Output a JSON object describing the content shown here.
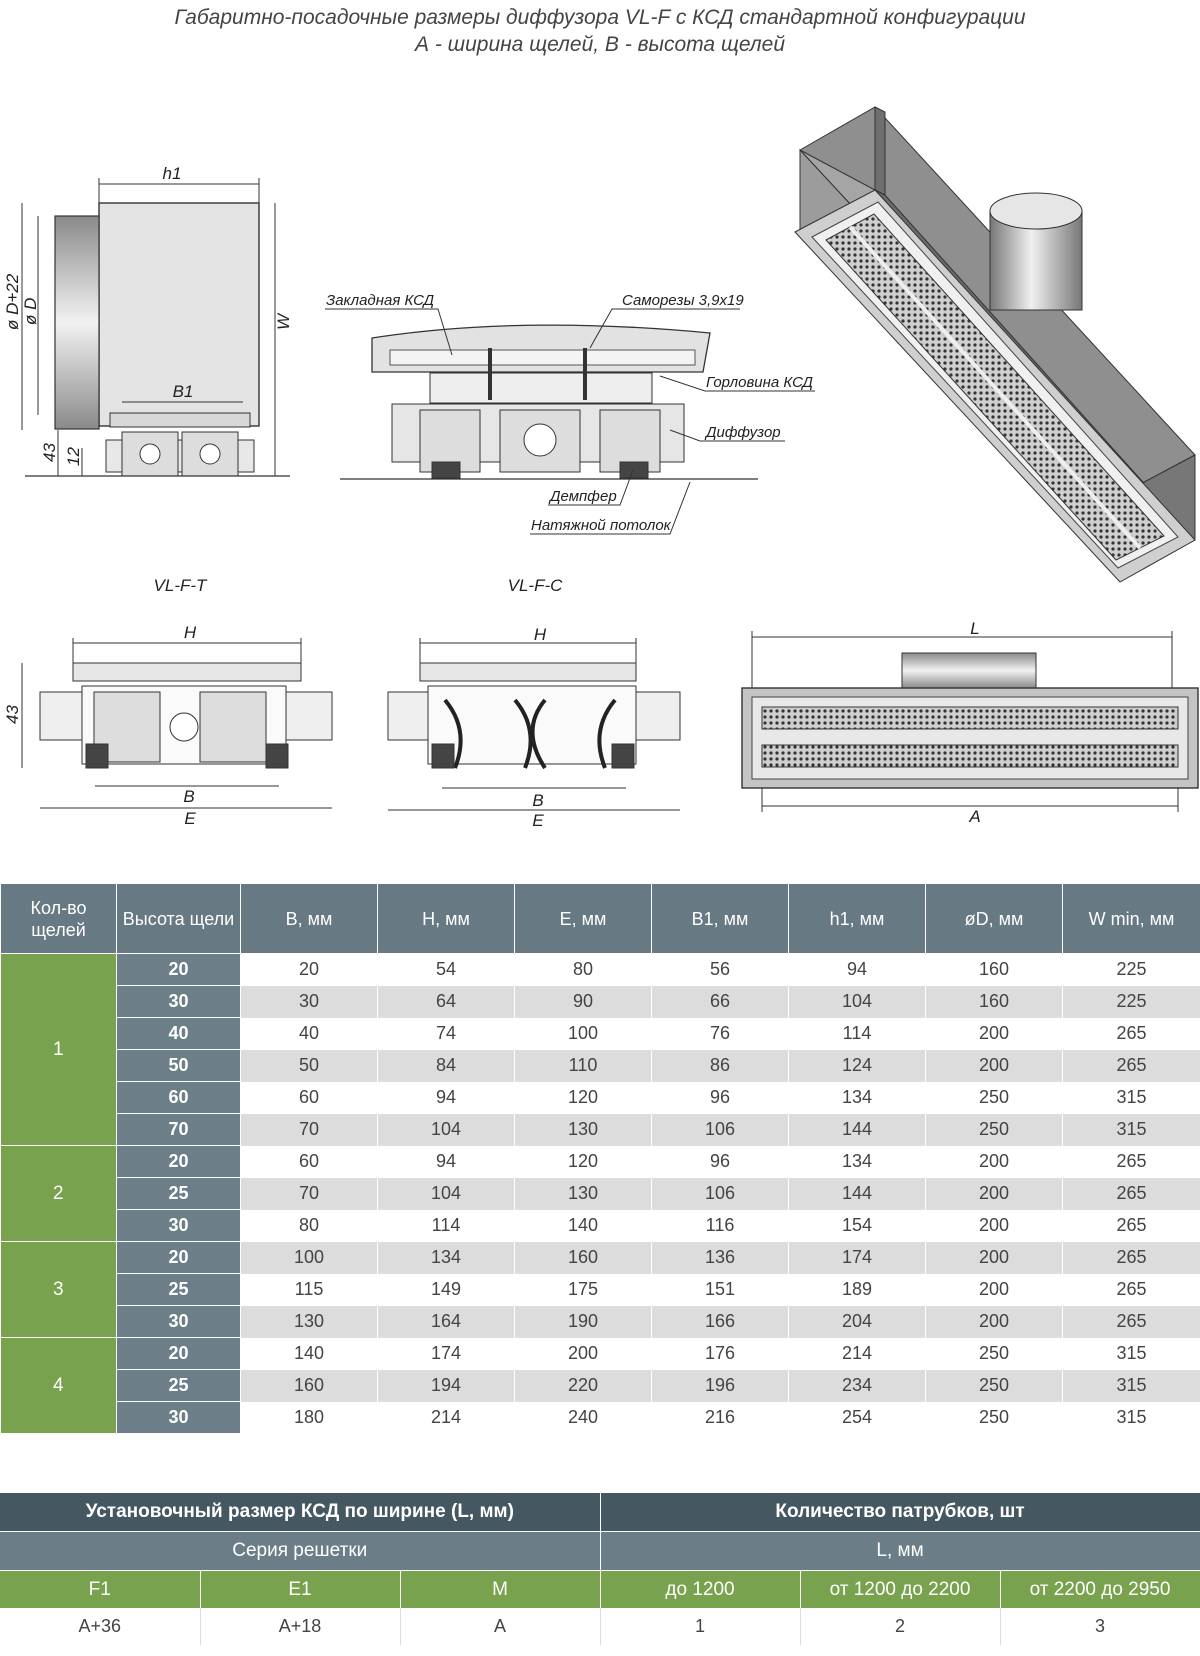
{
  "header": {
    "title_line1": "Габаритно-посадочные размеры диффузора VL-F с КСД стандартной конфигурации",
    "title_line2": "А - ширина щелей, В - высота щелей"
  },
  "drawings": {
    "side_dims": {
      "h1": "h1",
      "dD22": "ø D+22",
      "dD": "ø D",
      "W": "W",
      "B1": "B1",
      "d43": "43",
      "d12": "12"
    },
    "section_labels": {
      "ksd": "Закладная КСД",
      "screws": "Саморезы 3,9x19",
      "neck": "Горловина КСД",
      "diffuser": "Диффузор",
      "damper": "Демпфер",
      "ceiling": "Натяжной потолок"
    },
    "variants": {
      "t": {
        "caption": "VL-F-T",
        "H": "H",
        "B": "B",
        "E": "E",
        "d43": "43"
      },
      "c": {
        "caption": "VL-F-C",
        "H": "H",
        "B": "B",
        "E": "E"
      }
    },
    "front_dims": {
      "L": "L",
      "A": "A"
    }
  },
  "spec_table": {
    "headers": [
      "Кол-во щелей",
      "Высота щели",
      "B, мм",
      "H, мм",
      "E, мм",
      "B1, мм",
      "h1, мм",
      "øD, мм",
      "W min, мм"
    ],
    "groups": [
      {
        "slots": "1",
        "rows": [
          [
            "20",
            "20",
            "54",
            "80",
            "56",
            "94",
            "160",
            "225"
          ],
          [
            "30",
            "30",
            "64",
            "90",
            "66",
            "104",
            "160",
            "225"
          ],
          [
            "40",
            "40",
            "74",
            "100",
            "76",
            "114",
            "200",
            "265"
          ],
          [
            "50",
            "50",
            "84",
            "110",
            "86",
            "124",
            "200",
            "265"
          ],
          [
            "60",
            "60",
            "94",
            "120",
            "96",
            "134",
            "250",
            "315"
          ],
          [
            "70",
            "70",
            "104",
            "130",
            "106",
            "144",
            "250",
            "315"
          ]
        ]
      },
      {
        "slots": "2",
        "rows": [
          [
            "20",
            "60",
            "94",
            "120",
            "96",
            "134",
            "200",
            "265"
          ],
          [
            "25",
            "70",
            "104",
            "130",
            "106",
            "144",
            "200",
            "265"
          ],
          [
            "30",
            "80",
            "114",
            "140",
            "116",
            "154",
            "200",
            "265"
          ]
        ]
      },
      {
        "slots": "3",
        "rows": [
          [
            "20",
            "100",
            "134",
            "160",
            "136",
            "174",
            "200",
            "265"
          ],
          [
            "25",
            "115",
            "149",
            "175",
            "151",
            "189",
            "200",
            "265"
          ],
          [
            "30",
            "130",
            "164",
            "190",
            "166",
            "204",
            "200",
            "265"
          ]
        ]
      },
      {
        "slots": "4",
        "rows": [
          [
            "20",
            "140",
            "174",
            "200",
            "176",
            "214",
            "250",
            "315"
          ],
          [
            "25",
            "160",
            "194",
            "220",
            "196",
            "234",
            "250",
            "315"
          ],
          [
            "30",
            "180",
            "214",
            "240",
            "216",
            "254",
            "250",
            "315"
          ]
        ]
      }
    ]
  },
  "mount_table": {
    "left_title": "Установочный размер КСД по ширине (L, мм)",
    "right_title": "Количество патрубков, шт",
    "left_sub": "Серия решетки",
    "right_sub": "L, мм",
    "series": [
      "F1",
      "E1",
      "M"
    ],
    "ranges": [
      "до 1200",
      "от 1200 до 2200",
      "от 2200 до 2950"
    ],
    "series_values": [
      "A+36",
      "A+18",
      "A"
    ],
    "range_values": [
      "1",
      "2",
      "3"
    ]
  },
  "colors": {
    "header_gray": "#677a84",
    "dark_header": "#455761",
    "green": "#79a24e",
    "row_alt": "#dcdcdc"
  }
}
